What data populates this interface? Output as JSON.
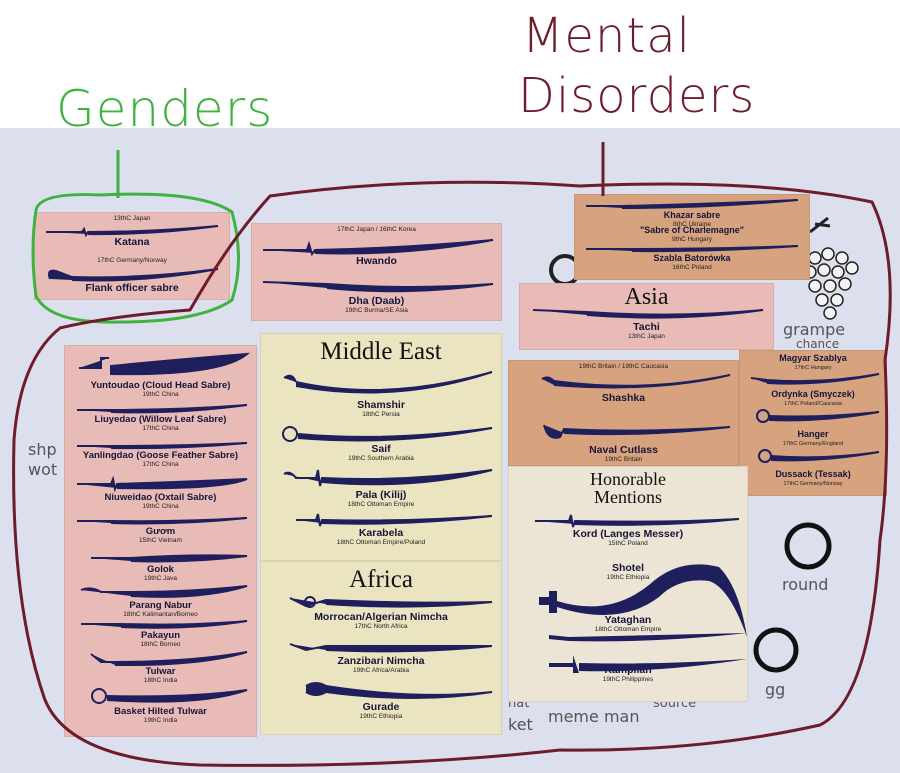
{
  "annotations": {
    "genders": "Genders",
    "mental_disorders_line1": "Mental",
    "mental_disorders_line2": "Disorders"
  },
  "background_labels": {
    "grampa": "grampe",
    "round": "round",
    "meme_man": "meme man",
    "shp": "shp",
    "wot": "wot",
    "gg": "gg",
    "ket": "ket",
    "chance": "chance",
    "hat": "hat",
    "source": "source"
  },
  "colors": {
    "blade": "#1e1f5c",
    "pink_panel": "#e9bbb6",
    "tan_panel": "#d7a37f",
    "cream_panel": "#ebe4c0",
    "green_ink": "#3fb33f",
    "maroon_ink": "#6e1c2c"
  },
  "panels": {
    "genders": {
      "swords": [
        {
          "name": "Katana",
          "origin": "13thC Japan"
        },
        {
          "name": "Flank officer sabre",
          "origin": "17thC Germany/Norway"
        }
      ]
    },
    "hwando": {
      "swords": [
        {
          "name": "Hwando",
          "origin": "17thC Japan / 16thC Korea"
        },
        {
          "name": "Dha (Daab)",
          "origin": "19thC Burma/SE Asia"
        }
      ]
    },
    "mental": {
      "swords": [
        {
          "name": "Khazar sabre",
          "origin": "8thC Ukraine"
        },
        {
          "name": "\"Sabre of Charlemagne\"",
          "origin": "9thC Hungary"
        },
        {
          "name": "Szabla Batorówka",
          "origin": "16thC Poland"
        }
      ]
    },
    "asia_header": {
      "title": "Asia",
      "swords": [
        {
          "name": "Tachi",
          "origin": "13thC Japan"
        }
      ]
    },
    "left_column": {
      "swords": [
        {
          "name": "Yuntoudao (Cloud Head Sabre)",
          "origin": "19thC China"
        },
        {
          "name": "Liuyedao (Willow Leaf Sabre)",
          "origin": "17thC China"
        },
        {
          "name": "Yanlingdao (Goose Feather Sabre)",
          "origin": "17thC China"
        },
        {
          "name": "Niuweidao (Oxtail Sabre)",
          "origin": "19thC China"
        },
        {
          "name": "Gươm",
          "origin": "15thC Vietnam"
        },
        {
          "name": "Golok",
          "origin": "19thC Java"
        },
        {
          "name": "Parang Nabur",
          "origin": "18thC Kalimantan/Borneo"
        },
        {
          "name": "Pakayun",
          "origin": "18thC Borneo"
        },
        {
          "name": "Tulwar",
          "origin": "18thC India"
        },
        {
          "name": "Basket Hilted Tulwar",
          "origin": "19thC India"
        }
      ]
    },
    "middle_east": {
      "title": "Middle East",
      "swords": [
        {
          "name": "Shamshir",
          "origin": "18thC Persia"
        },
        {
          "name": "Saif",
          "origin": "19thC Southern Arabia"
        },
        {
          "name": "Pala (Kilij)",
          "origin": "18thC Ottoman Empire"
        },
        {
          "name": "Karabela",
          "origin": "18thC Ottoman Empire/Poland"
        }
      ]
    },
    "africa": {
      "title": "Africa",
      "swords": [
        {
          "name": "Morrocan/Algerian Nimcha",
          "origin": "17thC North Africa"
        },
        {
          "name": "Zanzibari Nimcha",
          "origin": "19thC Africa/Arabia"
        },
        {
          "name": "Gurade",
          "origin": "19thC Ethiopia"
        }
      ]
    },
    "europe_mid": {
      "swords": [
        {
          "name": "Shashka",
          "origin": "19thC Britain / 19thC Caucasia"
        },
        {
          "name": "Naval Cutlass",
          "origin": "19thC Britain"
        }
      ]
    },
    "europe_right": {
      "swords": [
        {
          "name": "Magyar Szablya",
          "origin": "17thC Hungary"
        },
        {
          "name": "Ordynka (Smyczek)",
          "origin": "17thC Poland/Caucasia"
        },
        {
          "name": "Hanger",
          "origin": "17thC Germany/England"
        },
        {
          "name": "Dussack (Tessak)",
          "origin": "17thC Germany/Norway"
        }
      ]
    },
    "honorable": {
      "title_line1": "Honorable",
      "title_line2": "Mentions",
      "swords": [
        {
          "name": "Kord (Langes Messer)",
          "origin": "15thC Poland"
        },
        {
          "name": "Shotel",
          "origin": "19thC Ethiopia"
        },
        {
          "name": "Yataghan",
          "origin": "18thC Ottoman Empire"
        },
        {
          "name": "Kampilan",
          "origin": "19thC Philippines"
        }
      ]
    }
  }
}
